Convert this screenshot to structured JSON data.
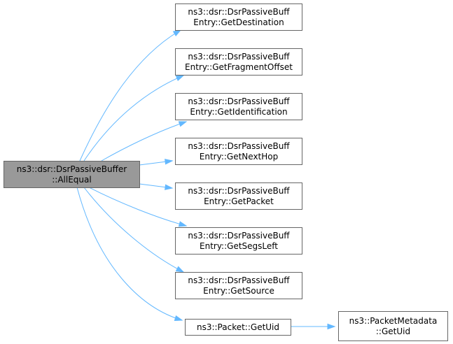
{
  "root": {
    "id": "root",
    "lines": [
      "ns3::dsr::DsrPassiveBuffer",
      "::AllEqual"
    ],
    "fill": "#999999"
  },
  "nodes": [
    {
      "id": "dest",
      "lines": [
        "ns3::dsr::DsrPassiveBuff",
        "Entry::GetDestination"
      ]
    },
    {
      "id": "frag",
      "lines": [
        "ns3::dsr::DsrPassiveBuff",
        "Entry::GetFragmentOffset"
      ]
    },
    {
      "id": "ident",
      "lines": [
        "ns3::dsr::DsrPassiveBuff",
        "Entry::GetIdentification"
      ]
    },
    {
      "id": "next",
      "lines": [
        "ns3::dsr::DsrPassiveBuff",
        "Entry::GetNextHop"
      ]
    },
    {
      "id": "packet",
      "lines": [
        "ns3::dsr::DsrPassiveBuff",
        "Entry::GetPacket"
      ]
    },
    {
      "id": "segs",
      "lines": [
        "ns3::dsr::DsrPassiveBuff",
        "Entry::GetSegsLeft"
      ]
    },
    {
      "id": "source",
      "lines": [
        "ns3::dsr::DsrPassiveBuff",
        "Entry::GetSource"
      ]
    },
    {
      "id": "uid",
      "lines": [
        "ns3::Packet::GetUid"
      ]
    },
    {
      "id": "meta",
      "lines": [
        "ns3::PacketMetadata",
        "::GetUid"
      ]
    }
  ],
  "edges": [
    {
      "from": "root",
      "to": "dest"
    },
    {
      "from": "root",
      "to": "frag"
    },
    {
      "from": "root",
      "to": "ident"
    },
    {
      "from": "root",
      "to": "next"
    },
    {
      "from": "root",
      "to": "packet"
    },
    {
      "from": "root",
      "to": "segs"
    },
    {
      "from": "root",
      "to": "source"
    },
    {
      "from": "root",
      "to": "uid"
    },
    {
      "from": "uid",
      "to": "meta"
    }
  ],
  "colors": {
    "node_fill": "#ffffff",
    "node_border": "#666666",
    "edge": "#63b8ff"
  }
}
